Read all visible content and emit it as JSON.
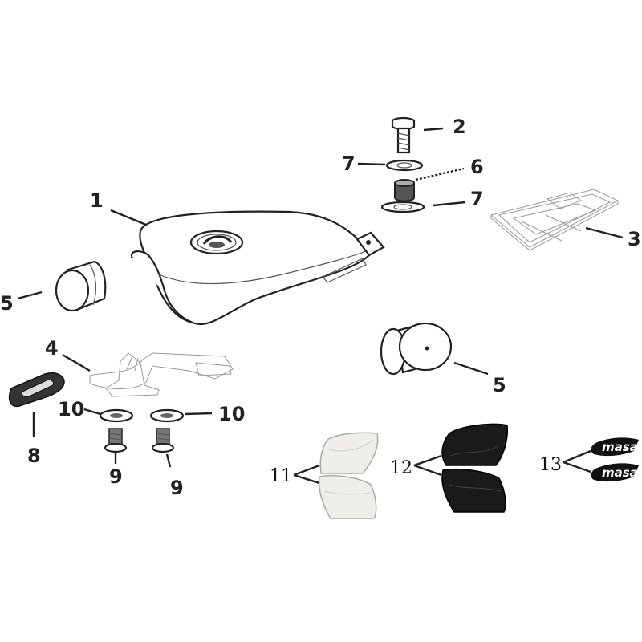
{
  "diagram": {
    "callouts": {
      "c1": "1",
      "c2": "2",
      "c3": "3",
      "c4": "4",
      "c5a": "5",
      "c5b": "5",
      "c6": "6",
      "c7a": "7",
      "c7b": "7",
      "c8": "8",
      "c9a": "9",
      "c9b": "9",
      "c10a": "10",
      "c10b": "10",
      "c11": "11",
      "c12": "12",
      "c13": "13"
    },
    "decal_text": "masai",
    "colors": {
      "line": "#222222",
      "dark_pad": "#1a1a1a",
      "light_pad": "#efeee8",
      "background": "#ffffff"
    }
  }
}
